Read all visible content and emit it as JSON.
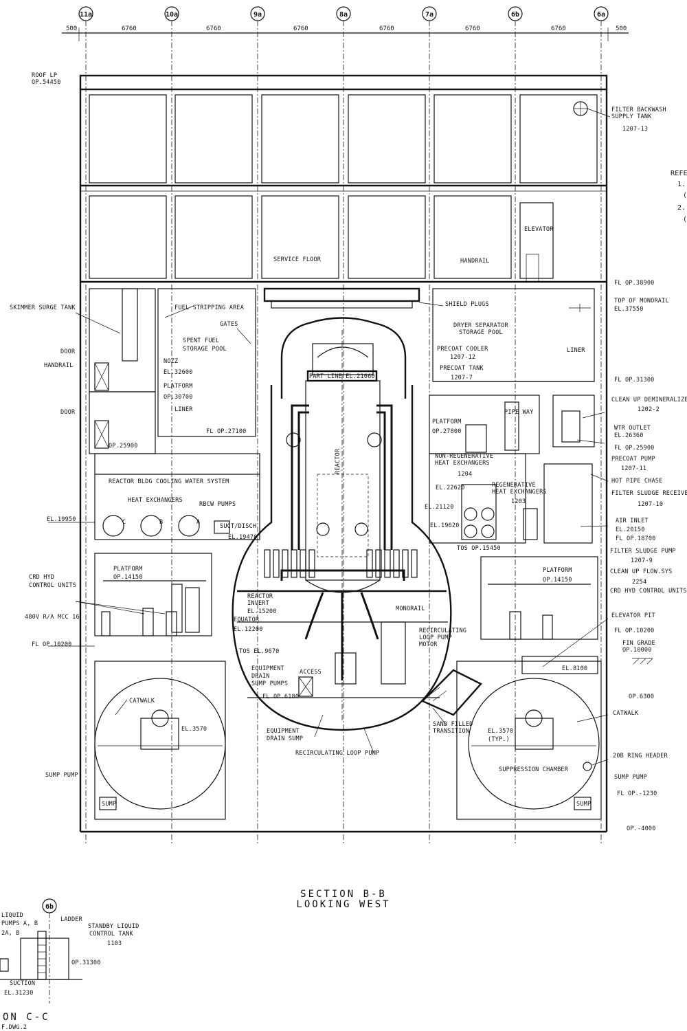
{
  "section_b": {
    "title": "SECTION B-B",
    "subtitle": "LOOKING WEST"
  },
  "section_c": {
    "title": "ON C-C",
    "ref": "F.DWG.2"
  },
  "grid_columns": [
    "11a",
    "10a",
    "9a",
    "8a",
    "7a",
    "6b",
    "6a"
  ],
  "dimensions": [
    "500",
    "6760",
    "6760",
    "6760",
    "6760",
    "6760",
    "6760",
    "500"
  ],
  "refs_partial": [
    "REFE",
    "1.(",
    "(",
    "2.(",
    "("
  ],
  "labels": {
    "roof_lp": "ROOF LP",
    "roof_lp_el": "OP.54450",
    "filter_backwash_1": "FILTER BACKWASH",
    "filter_backwash_2": "SUPPLY TANK",
    "filter_backwash_3": "1207-13",
    "elevator": "ELEVATOR",
    "service_floor": "SERVICE FLOOR",
    "handrail_top": "HANDRAIL",
    "fl_38900": "FL OP.38900",
    "top_monorail_1": "TOP OF MONORAIL",
    "top_monorail_2": "EL.37550",
    "skimmer": "SKIMMER SURGE TANK",
    "fuel_stripping": "FUEL STRIPPING AREA",
    "gates": "GATES",
    "spent_fuel_1": "SPENT FUEL",
    "spent_fuel_2": "STORAGE POOL",
    "shield_plugs": "SHIELD PLUGS",
    "dryer_1": "DRYER SEPARATOR",
    "dryer_2": "STORAGE POOL",
    "door_1": "DOOR",
    "handrail_left": "HANDRAIL",
    "nozz": "NOZZ",
    "el_32600": "EL.32600",
    "platform_1": "PLATFORM",
    "op_30700": "OP.30700",
    "liner_left": "LINER",
    "fl_27100": "FL OP.27100",
    "door_2": "DOOR",
    "op_25900_left": "OP.25900",
    "part_line": "PART LINE EL.21660",
    "precoat_cooler_1": "PRECOAT COOLER",
    "precoat_cooler_2": "1207-12",
    "precoat_tank_1": "PRECOAT TANK",
    "precoat_tank_2": "1207-7",
    "liner_right": "LINER",
    "fl_31300": "FL OP.31300",
    "clean_up_demin_1": "CLEAN UP DEMINERALIZE",
    "clean_up_demin_2": "1202-2",
    "platform_2": "PLATFORM",
    "op_27800": "OP.27800",
    "pipe_way": "PIPE WAY",
    "wtr_outlet_1": "WTR OUTLET",
    "wtr_outlet_2": "EL.26360",
    "fl_25900_right": "FL OP.25900",
    "precoat_pump_1": "PRECOAT PUMP",
    "precoat_pump_2": "1207-11",
    "hot_pipe": "HOT PIPE CHASE",
    "non_regen_1": "NON-REGENERATIVE",
    "non_regen_2": "HEAT EXCHANGERS",
    "non_regen_3": "1204",
    "filter_sludge_recv_1": "FILTER SLUDGE RECEIVE",
    "filter_sludge_recv_2": "1207-10",
    "reactor": "REACTOR",
    "rbcw_system": "REACTOR BLDG COOLING WATER SYSTEM",
    "heat_exchangers": "HEAT EXCHANGERS",
    "rbcw_pumps": "RBCW PUMPS",
    "el_22620": "EL.22620",
    "regen_1": "REGENERATIVE",
    "regen_2": "HEAT EXCHANGERS",
    "regen_3": "1203",
    "el_21120": "EL.21120",
    "air_inlet_1": "AIR INLET",
    "air_inlet_2": "EL.20150",
    "air_inlet_3": "FL OP.18700",
    "el_19950": "EL.19950",
    "suct_disch_1": "SUCT/DISCH",
    "suct_disch_2": "EL.19470",
    "el_19620": "EL.19620",
    "tos_15450": "TOS OP.15450",
    "filter_sludge_pump_1": "FILTER SLUDGE PUMP",
    "filter_sludge_pump_2": "1207-9",
    "clean_up_flow_1": "CLEAN UP FLOW.SYS",
    "clean_up_flow_2": "2254",
    "crd_hyd_right": "CRD HYD CONTROL UNITS",
    "crd_hyd_left_1": "CRD HYD",
    "crd_hyd_left_2": "CONTROL UNITS",
    "platform_3": "PLATFORM",
    "op_14150_left": "OP.14150",
    "platform_4": "PLATFORM",
    "op_14150_right": "OP.14150",
    "reactor_invert_1": "REACTOR",
    "reactor_invert_2": "INVERT",
    "reactor_invert_3": "EL.15200",
    "equator_1": "EQUATOR",
    "equator_2": "EL.12200",
    "monorail": "MONORAIL",
    "elevator_pit": "ELEVATOR PIT",
    "mcc": "480V R/A MCC 16",
    "fl_10200_left": "FL OP.10200",
    "fl_10200_right": "FL OP.10200",
    "fin_grade_1": "FIN GRADE",
    "fin_grade_2": "OP.10000",
    "recirc_motor_1": "RECIRCULATING",
    "recirc_motor_2": "LOOP PUMP",
    "recirc_motor_3": "MOTOR",
    "tos_9670": "TOS EL.9670",
    "equip_drain_1": "EQUIPMENT",
    "equip_drain_2": "DRAIN",
    "equip_drain_3": "SUMP PUMPS",
    "access": "ACCESS",
    "el_8100": "EL.8100",
    "fl_6180": "FL OP.6180",
    "op_6300": "OP.6300",
    "catwalk_left": "CATWALK",
    "catwalk_right": "CATWALK",
    "el_3570_left": "EL.3570",
    "equip_sump_1": "EQUIPMENT",
    "equip_sump_2": "DRAIN SUMP",
    "sand_1": "SAND FILLED",
    "sand_2": "TRANSITION",
    "el_3570_right_1": "EL.3570",
    "el_3570_right_2": "(TYP.)",
    "recirc_pump": "RECIRCULATING LOOP PUMP",
    "ring_header": "20B RING HEADER",
    "suppression": "SUPPRESSION CHAMBER",
    "sump_pump_left": "SUMP PUMP",
    "sump_pump_right": "SUMP PUMP",
    "sump_left": "SUMP",
    "sump_right": "SUMP",
    "fl_1230": "FL OP.-1230",
    "op_4000": "OP.-4000",
    "hx_a": "A",
    "hx_b": "B",
    "hx_c": "C"
  },
  "section_c_labels": {
    "grid": "6b",
    "liquid_1": "LIQUID",
    "liquid_2": "PUMPS A, B",
    "liquid_3": "2A, B",
    "ladder": "LADDER",
    "standby_1": "STANDBY LIQUID",
    "standby_2": "CONTROL TANK",
    "standby_3": "1103",
    "op_31300": "OP.31300",
    "suction_1": "SUCTION",
    "suction_2": "EL.31230"
  }
}
